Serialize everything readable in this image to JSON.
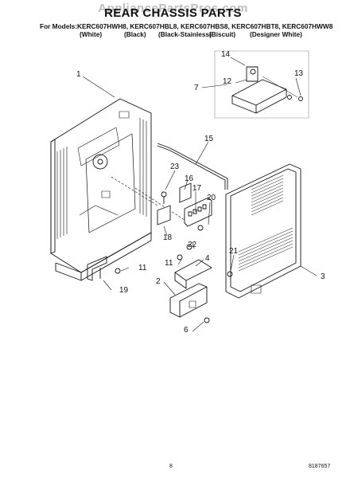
{
  "header": {
    "watermark": "AppliancePartsPros.com",
    "title": "REAR CHASSIS PARTS",
    "models_line": "For Models:KERC607HWH8, KERC607HBL8, KERC607HBS8, KERC607HBT8, KERC607HWW8",
    "variants": [
      "(White)",
      "(Black)",
      "(Black-Stainless)",
      "(Biscuit)",
      "(Designer White)"
    ]
  },
  "callouts": [
    "1",
    "2",
    "3",
    "4",
    "6",
    "7",
    "11",
    "11",
    "12",
    "13",
    "14",
    "15",
    "16",
    "17",
    "18",
    "19",
    "20",
    "21",
    "22",
    "23"
  ],
  "footer": {
    "page_number": "8",
    "doc_number": "8187657"
  }
}
